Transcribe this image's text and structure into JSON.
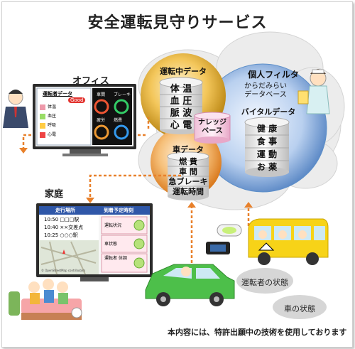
{
  "title": "安全運転見守りサービス",
  "footer": "本内容には、特許出願中の技術を使用しております",
  "labels": {
    "office": "オフィス",
    "home": "家庭"
  },
  "driving": {
    "title": "運転中データ",
    "items": [
      "体 温",
      "血 圧",
      "脈 波",
      "心 電"
    ]
  },
  "knowledge": "ナレッジベース",
  "personal": {
    "title": "個人フィルタ",
    "subtitle": "からだみらい データベース"
  },
  "vital": {
    "title": "バイタルデータ",
    "items": [
      "健 康",
      "食 事",
      "運 動",
      "お 薬"
    ]
  },
  "car": {
    "title": "車データ",
    "items": [
      "燃 費",
      "車 間",
      "急ブレーキ",
      "運転時間"
    ]
  },
  "office_screen": {
    "panel_title": "運転者データ",
    "rows": [
      "体温",
      "血圧",
      "呼吸",
      "心電"
    ],
    "good": "Good",
    "tiles": [
      "車間",
      "ブレーキ",
      "疲労",
      "燃費"
    ]
  },
  "home_screen": {
    "col1": "走行場所",
    "col2": "到着予定時刻",
    "times": [
      {
        "time": "10:50",
        "place": "□□□駅"
      },
      {
        "time": "10:40",
        "place": "××交差点"
      },
      {
        "time": "10:25",
        "place": "○○○駅"
      }
    ],
    "status": [
      "運転状況",
      "車状態",
      "運転者 体調"
    ],
    "map_credit": "© OpenStreetMap contributors"
  },
  "states": {
    "driver": "運転者の状態",
    "car": "車の状態"
  },
  "colors": {
    "arrow": "#e8802a",
    "gold": "#d79b1a",
    "blue": "#5d8fc9",
    "green": "#39a935"
  }
}
